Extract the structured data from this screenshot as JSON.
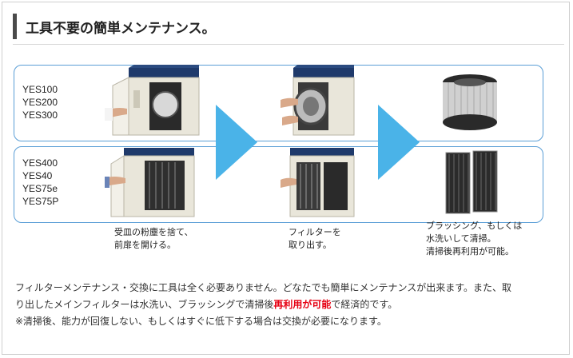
{
  "title": "工具不要の簡単メンテナンス。",
  "rows": [
    {
      "models": [
        "YES100",
        "YES200",
        "YES300"
      ]
    },
    {
      "models": [
        "YES400",
        "YES40",
        "YES75e",
        "YES75P"
      ]
    }
  ],
  "steps": [
    {
      "caption": [
        "受皿の粉塵を捨て、",
        "前扉を開ける。"
      ]
    },
    {
      "caption": [
        "フィルターを",
        "取り出す。"
      ]
    },
    {
      "caption": [
        "ブラッシング、もしくは",
        "水洗いして清掃。",
        "清掃後再利用が可能。"
      ]
    }
  ],
  "description": {
    "line1": "フィルターメンテナンス・交換に工具は全く必要ありません。どなたでも簡単にメンテナンスが出来ます。また、取",
    "line2_pre": "り出したメインフィルターは水洗い、ブラッシングで清掃後",
    "line2_highlight": "再利用が可能",
    "line2_post": "で経済的です。",
    "note": "※清掃後、能力が回復しない、もしくはすぐに低下する場合は交換が必要になります。"
  },
  "colors": {
    "accent_border": "#5a9ed6",
    "arrow": "#4ab3e8",
    "highlight": "#e60012",
    "machine_body": "#e9e6da",
    "machine_top": "#1f3a6b"
  },
  "icons": [
    "right-arrow-icon"
  ]
}
